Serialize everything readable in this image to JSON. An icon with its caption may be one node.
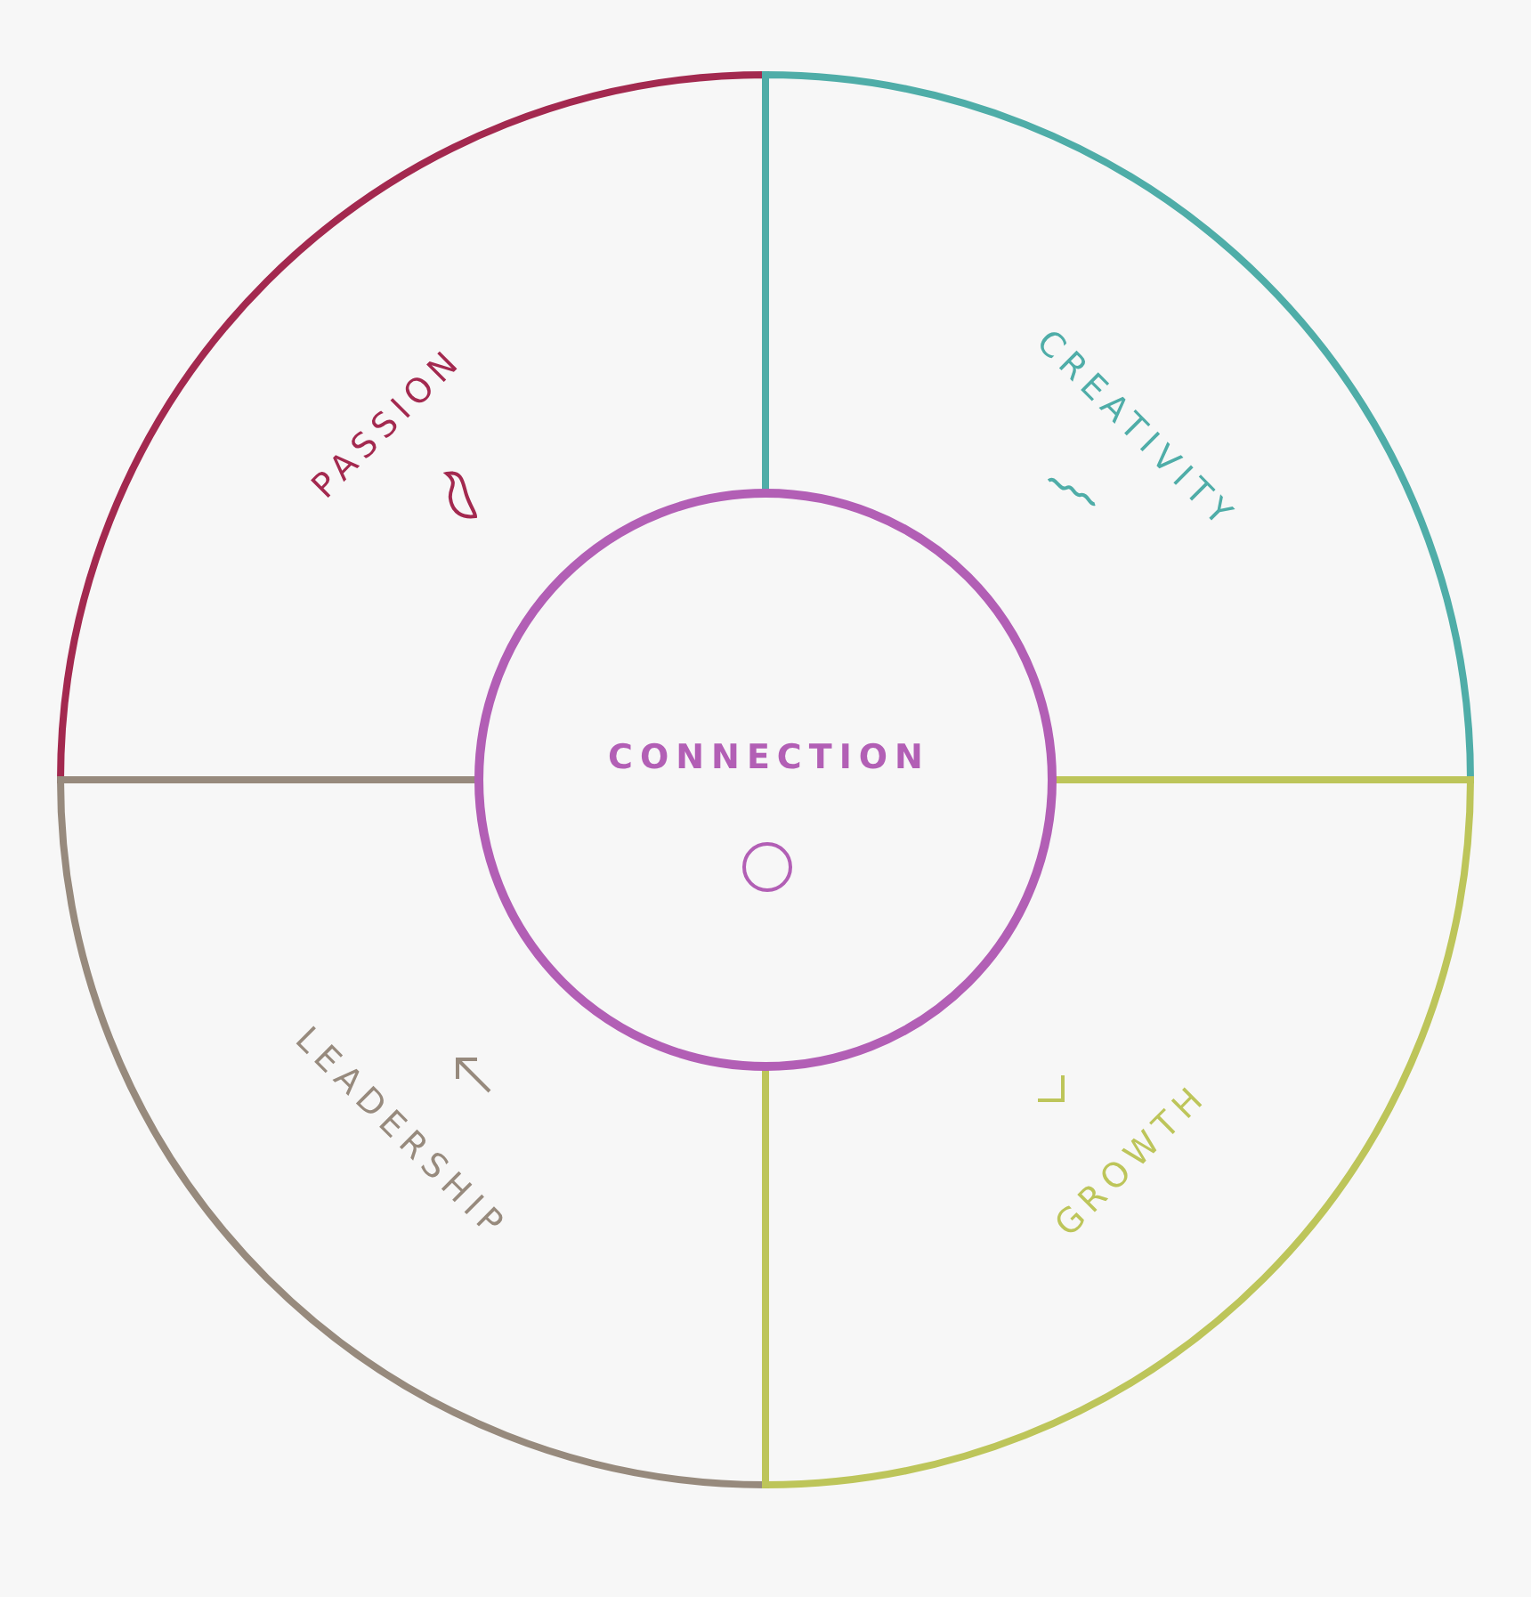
{
  "diagram": {
    "nodes": [
      {
        "text": [
          "PASSION"
        ]
      },
      {
        "text": [
          "CREATIVITY"
        ]
      },
      {
        "text": [
          "CONNECTION"
        ]
      },
      {
        "text": [
          "LEADERSHIP"
        ]
      },
      {
        "text": [
          "GROWTH"
        ]
      }
    ]
  }
}
